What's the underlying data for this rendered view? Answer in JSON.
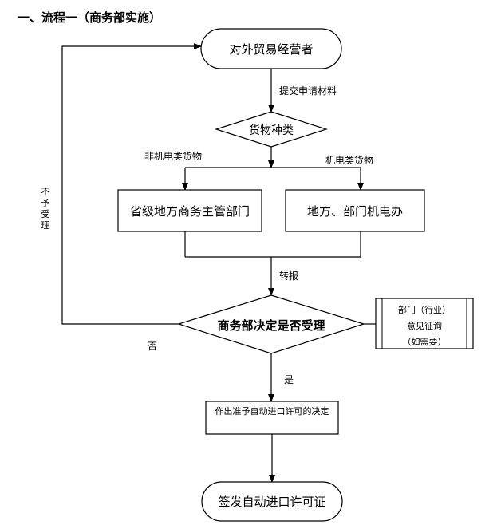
{
  "heading": "一、流程一（商务部实施）",
  "nodes": {
    "operator": "对外贸易经营者",
    "goods_type": "货物种类",
    "provincial_dept": "省级地方商务主管部门",
    "local_office": "地方、部门机电办",
    "mofcom_decision": "商务部决定是否受理",
    "consult_line1": "部门（行业）",
    "consult_line2": "意见征询",
    "consult_line3": "（如需要）",
    "approve_decision": "作出准予自动进口许可的决定",
    "issue_license": "签发自动进口许可证"
  },
  "edge_labels": {
    "submit": "提交申请材料",
    "non_electro": "非机电类货物",
    "electro": "机电类货物",
    "forward": "转报",
    "yes": "是",
    "no": "否",
    "reject_chars": [
      "不",
      "予",
      "受",
      "理"
    ]
  }
}
